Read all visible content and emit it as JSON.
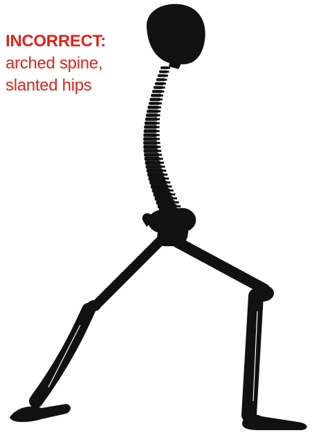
{
  "caption": {
    "label": "INCORRECT:",
    "line1": "arched spine,",
    "line2": "slanted hips",
    "color": "#e2231a"
  },
  "figure": {
    "icon": "skeleton-lunge-icon",
    "color": "#111111"
  }
}
